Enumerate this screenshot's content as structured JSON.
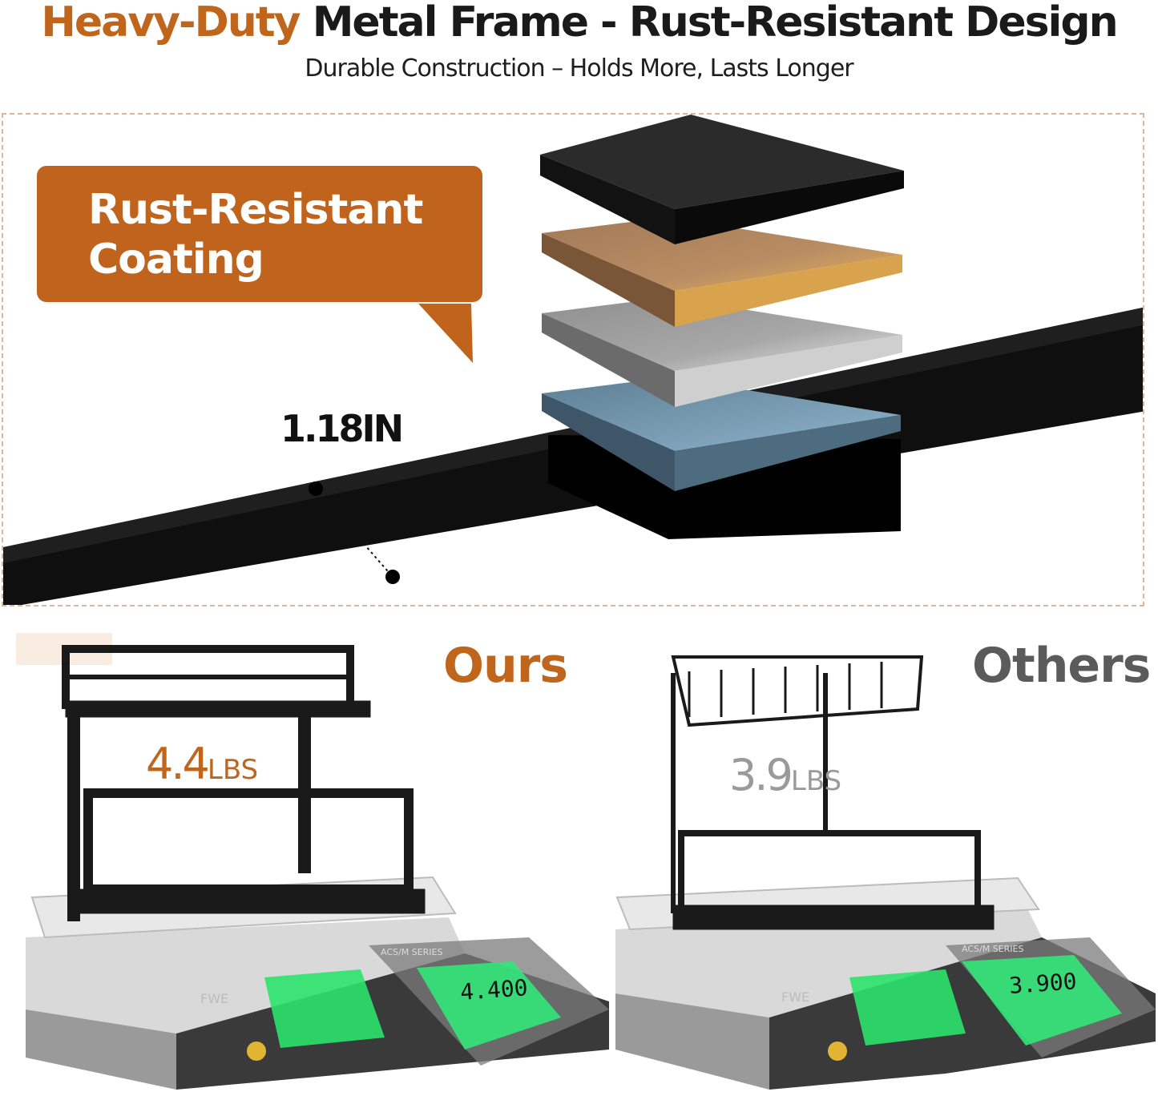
{
  "header": {
    "title_accent": "Heavy-Duty",
    "title_rest": "Metal Frame - Rust-Resistant Design",
    "subtitle": "Durable Construction – Holds More, Lasts Longer"
  },
  "coating_panel": {
    "callout": "Rust-Resistant Coating",
    "thickness_label": "1.18IN",
    "layers": [
      "black",
      "bronze",
      "silver",
      "blue-steel"
    ]
  },
  "comparison": {
    "ours": {
      "label": "Ours",
      "weight_value": "4.4",
      "weight_unit": "LBS",
      "scale_brand": "FWE",
      "scale_series": "ACS/M SERIES",
      "display_reading": "4.400"
    },
    "others": {
      "label": "Others",
      "weight_value": "3.9",
      "weight_unit": "LBS",
      "scale_brand": "FWE",
      "scale_series": "ACS/M SERIES",
      "display_reading": "3.900"
    }
  },
  "colors": {
    "accent": "#c0651c",
    "gray_label": "#5b5b5b",
    "frame_black": "#111111",
    "display_green": "#2be36b"
  }
}
